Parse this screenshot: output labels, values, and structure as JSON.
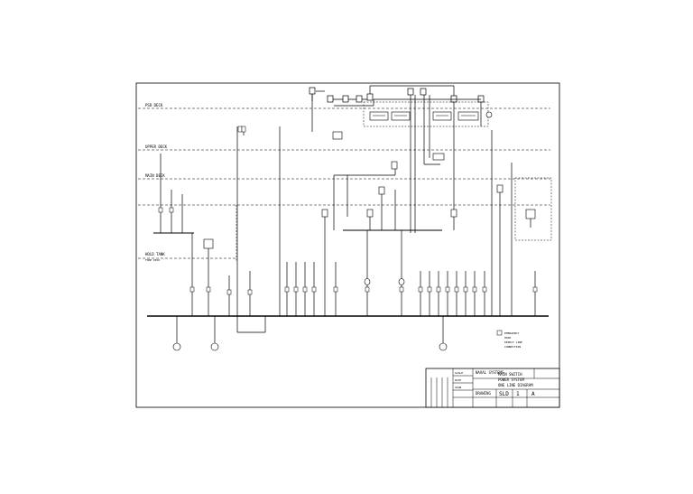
{
  "diagram": {
    "levels": [
      "PSD DECK",
      "UPPER DECK",
      "MAIN DECK",
      "HOLD TANK",
      "FORE DECK"
    ],
    "legend": {
      "items": [
        "EMERGENCY",
        "HOSE",
        "DIRECT LINE",
        "CONNECTION"
      ]
    },
    "title_block": {
      "company": "NAVAL SYSTEMS",
      "title_lines": [
        "MAIN SWITCH",
        "POWER SYSTEM",
        "ONE LINE DIAGRAM"
      ],
      "drawing_label": "DRAWING",
      "drawing_no": "SLD",
      "sheet": "1",
      "revision": "A",
      "scale_label": "SCALE",
      "date_label": "DATE",
      "sign_label": "SIGN"
    }
  }
}
